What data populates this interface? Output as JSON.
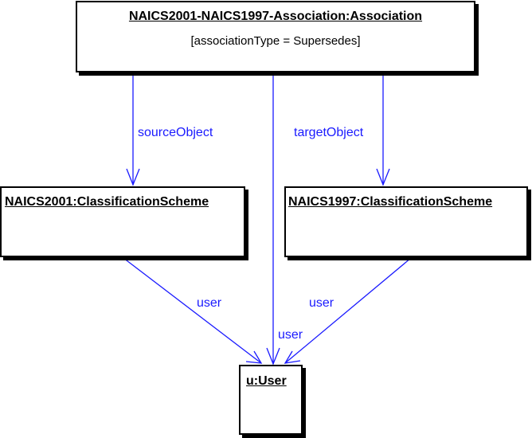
{
  "diagram": {
    "line_color": "#1a1aff",
    "association": {
      "title": "NAICS2001-NAICS1997-Association:Association",
      "attribute": "[associationType = Supersedes]"
    },
    "scheme_2001": {
      "title": "NAICS2001:ClassificationScheme"
    },
    "scheme_1997": {
      "title": "NAICS1997:ClassificationScheme"
    },
    "user": {
      "title": "u:User"
    },
    "edges": {
      "source_object": "sourceObject",
      "target_object": "targetObject",
      "user_left": "user",
      "user_center": "user",
      "user_right": "user"
    }
  }
}
